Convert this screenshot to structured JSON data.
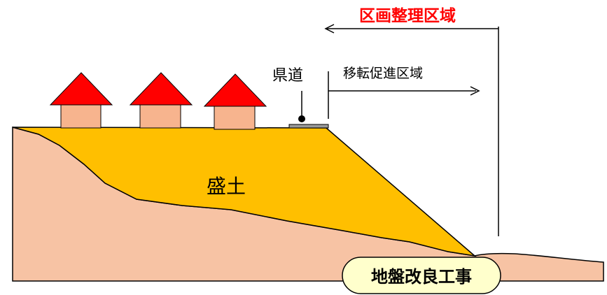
{
  "labels": {
    "land_readjustment_area": "区画整理区域",
    "relocation_promotion_area": "移転促進区域",
    "prefectural_road": "県道",
    "embankment": "盛土",
    "ground_improvement": "地盤改良工事"
  },
  "colors": {
    "ground": "#f7c3a4",
    "embankment": "#ffbf00",
    "roof": "#ff0000",
    "house_wall": "#f7b48e",
    "callout_fill": "#ffffcc",
    "title_red": "#ff0000",
    "line": "#000000"
  }
}
